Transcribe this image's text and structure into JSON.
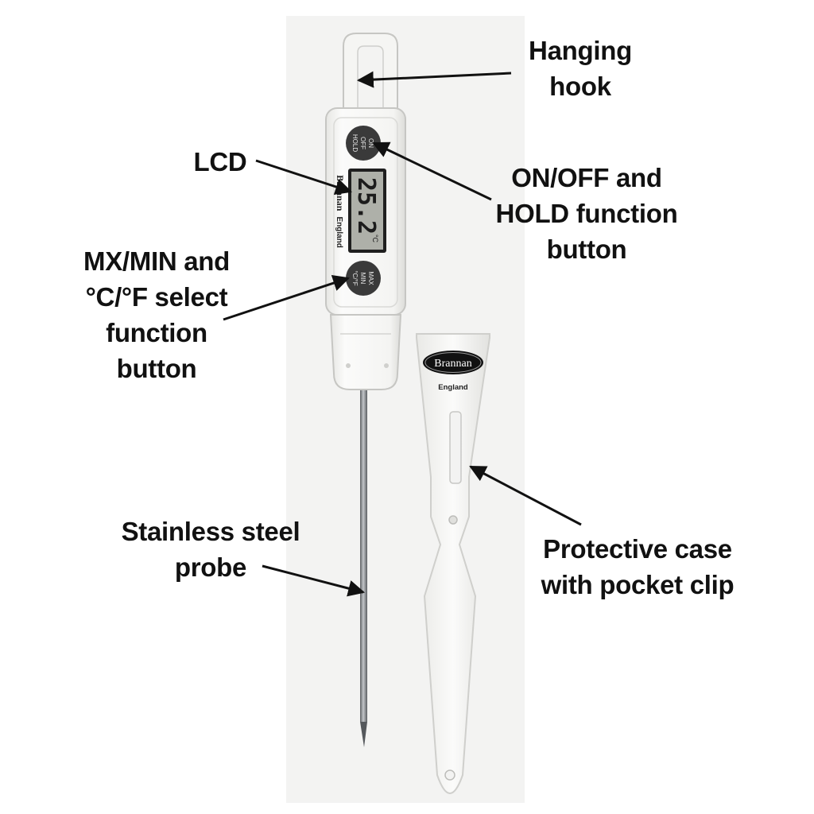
{
  "colors": {
    "background": "#ffffff",
    "text": "#111111",
    "arrow": "#111111",
    "device_body": "#f7f7f5",
    "device_outline": "#c9c9c6",
    "button": "#3a3a3a",
    "lcd": "#aeb0a9",
    "probe": "#8a8d90"
  },
  "labels": {
    "hanging_hook": [
      "Hanging",
      "hook"
    ],
    "lcd": [
      "LCD"
    ],
    "on_off_hold": [
      "ON/OFF and",
      "HOLD function",
      "button"
    ],
    "max_min_select": [
      "MX/MIN and",
      "°C/°F select",
      "function",
      "button"
    ],
    "stainless_probe": [
      "Stainless steel",
      "probe"
    ],
    "protective_case": [
      "Protective case",
      "with pocket clip"
    ]
  },
  "device": {
    "brand": "Brannan",
    "origin": "England",
    "lcd_reading": "25.2",
    "lcd_unit": "°C",
    "top_button_lines": [
      "ON",
      "OFF",
      "HOLD"
    ],
    "bottom_button_lines": [
      "MAX",
      "MIN",
      "°C/°F"
    ]
  },
  "case": {
    "brand": "Brannan",
    "origin": "England"
  },
  "icons": [
    "arrow-icon"
  ]
}
